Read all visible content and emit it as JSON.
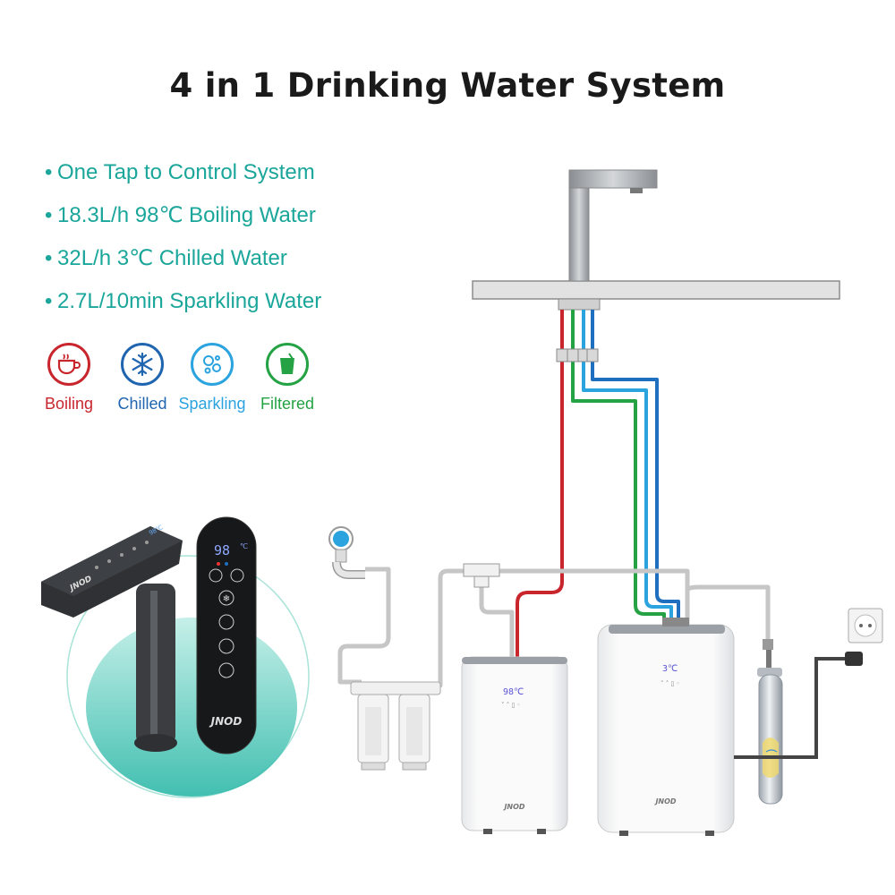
{
  "title": "4 in 1 Drinking Water System",
  "features": [
    "One Tap to Control System",
    "18.3L/h 98℃ Boiling Water",
    "32L/h 3℃ Chilled Water",
    "2.7L/10min Sparkling Water"
  ],
  "modes": [
    {
      "label": "Boiling",
      "color": "#c8252c",
      "icon": "cup-icon"
    },
    {
      "label": "Chilled",
      "color": "#2065b0",
      "icon": "snowflake-icon"
    },
    {
      "label": "Sparkling",
      "color": "#2aa3df",
      "icon": "bubbles-icon"
    },
    {
      "label": "Filtered",
      "color": "#25a244",
      "icon": "glass-icon"
    }
  ],
  "panel": {
    "display": "98",
    "unit": "℃",
    "brand": "JNOD"
  },
  "boiler": {
    "display": "98℃",
    "brand": "JNOD"
  },
  "chiller": {
    "display": "3℃",
    "brand": "JNOD"
  },
  "pipe_colors": {
    "hot": "#c8252c",
    "cold": "#1f6fc0",
    "filtered": "#25a244",
    "sparkling": "#2aa3df",
    "supply": "#c8c8c8"
  }
}
